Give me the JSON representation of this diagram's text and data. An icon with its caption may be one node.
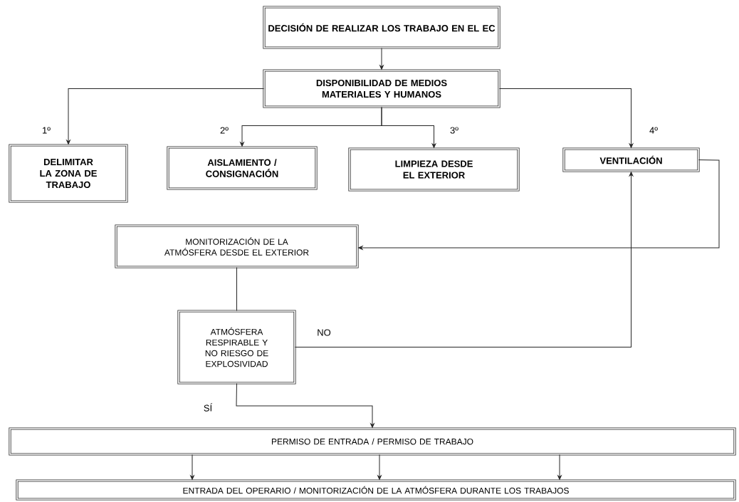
{
  "diagram": {
    "nodes": [
      {
        "text": [
          "DECISIÓN DE REALIZAR LOS TRABAJO EN EL EC"
        ]
      },
      {
        "text": [
          "DISPONIBILIDAD DE MEDIOS MATERIALES Y HUMANOS"
        ]
      },
      {
        "text": [
          "DELIMITAR LA ZONA DE TRABAJO"
        ],
        "beside": [
          "1º"
        ]
      },
      {
        "text": [
          "AISLAMIENTO / CONSIGNACIÓN"
        ],
        "beside": [
          "2º"
        ]
      },
      {
        "text": [
          "LIMPIEZA DESDE EL EXTERIOR"
        ],
        "beside": [
          "3º"
        ]
      },
      {
        "text": [
          "VENTILACIÓN"
        ],
        "beside": [
          "4º"
        ]
      },
      {
        "text": [
          "MONITORIZACIÓN DE LA ATMÓSFERA DESDE EL EXTERIOR"
        ]
      },
      {
        "text": [
          "ATMÓSFERA RESPIRABLE Y NO RIESGO DE EXPLOSIVIDAD"
        ]
      },
      {
        "text": [
          "PERMISO DE ENTRADA / PERMISO DE TRABAJO"
        ]
      },
      {
        "text": [
          "ENTRADA DEL OPERARIO / MONITORIZACIÓN DE LA ATMÓSFERA DURANTE LOS TRABAJOS"
        ]
      }
    ],
    "edges": [
      {
        "from": 0,
        "to": 1,
        "arrow": "to"
      },
      {
        "from": 1,
        "to": 2,
        "arrow": "to"
      },
      {
        "from": 1,
        "to": 3,
        "arrow": "to"
      },
      {
        "from": 1,
        "to": 4,
        "arrow": "to"
      },
      {
        "from": 1,
        "to": 5,
        "arrow": "to"
      },
      {
        "from": 5,
        "to": 6,
        "arrow": "to"
      },
      {
        "from": 6,
        "to": 7,
        "arrow": "none"
      },
      {
        "from": 7,
        "to": 5,
        "arrow": "to",
        "label": "NO"
      },
      {
        "from": 7,
        "to": 8,
        "arrow": "to",
        "label": "SÍ"
      },
      {
        "from": 8,
        "to": 9,
        "arrow": "to"
      },
      {
        "from": 8,
        "to": 9,
        "arrow": "to"
      },
      {
        "from": 8,
        "to": 9,
        "arrow": "to"
      }
    ]
  }
}
